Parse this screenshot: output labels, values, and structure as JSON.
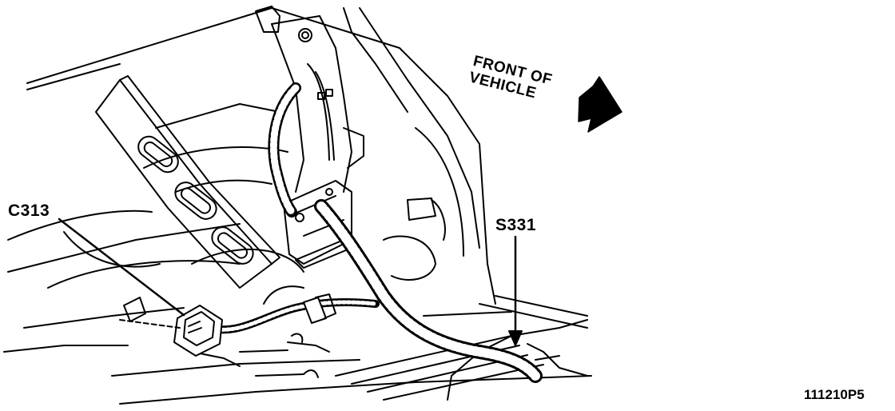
{
  "labels": {
    "c313": "C313",
    "s331": "S331",
    "front_line1": "FRONT OF",
    "front_line2": "VEHICLE",
    "figure_id": "111210P5"
  },
  "colors": {
    "ink": "#000000",
    "paper": "#ffffff"
  },
  "icons": {
    "direction": "front-arrow-icon"
  }
}
